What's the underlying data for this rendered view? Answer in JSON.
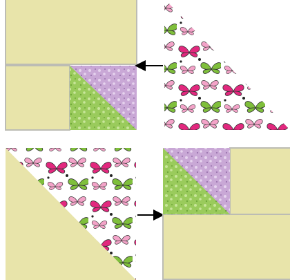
{
  "colors": {
    "background": "#ffffff",
    "solid_fabric": "#e8e4aa",
    "seam": "#bcbcb4",
    "green_print": "#9acb5c",
    "purple_print": "#c9a8d6",
    "butterfly_print_bg": "#ffffff",
    "butterfly_magenta": "#e2287e",
    "butterfly_pink": "#f3a3c8",
    "butterfly_green": "#7fbf3b",
    "arrow": "#000000"
  },
  "fabrics": {
    "solid": "solid-yellow",
    "print_a": "green-floral",
    "print_b": "purple-floral",
    "print_c": "butterfly"
  },
  "icons": [
    "arrow-left-icon",
    "arrow-right-icon"
  ]
}
